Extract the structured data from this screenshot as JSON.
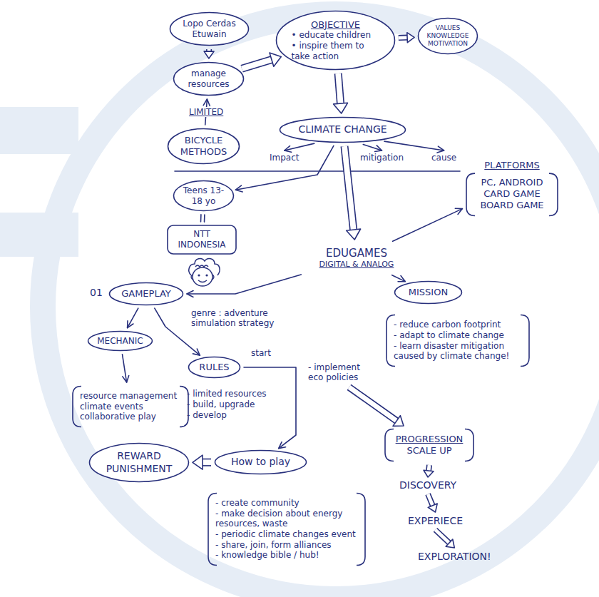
{
  "diagram": {
    "nodes": [
      {
        "text": [
          "Lopo Cerdas Etuwain"
        ]
      },
      {
        "text": [
          "manage resources"
        ]
      },
      {
        "text": [
          "OBJECTIVE",
          "• educate children",
          "• inspire them to take action"
        ]
      },
      {
        "text": [
          "VALUES KNOWLEDGE MOTIVATION"
        ]
      },
      {
        "text": [
          "BICYCLE METHODS"
        ]
      },
      {
        "text": [
          "CLIMATE CHANGE"
        ]
      },
      {
        "text": [
          "PLATFORMS",
          "PC, ANDROID CARD GAME BOARD GAME"
        ]
      },
      {
        "text": [
          "Teens 13-18 yo"
        ]
      },
      {
        "text": [
          "NTT INDONESIA"
        ]
      },
      {
        "text": [
          "EDUGAMES",
          "DIGITAL & ANALOG"
        ]
      },
      {
        "text": [
          "GAMEPLAY"
        ]
      },
      {
        "text": [
          "MISSION"
        ]
      },
      {
        "text": [
          "MECHANIC"
        ]
      },
      {
        "text": [
          "resource management",
          "climate events",
          "collaborative play"
        ]
      },
      {
        "text": [
          "RULES"
        ]
      },
      {
        "text": [
          "- reduce carbon footprint",
          "- adapt to climate change",
          "- learn disaster mitigation caused by climate change!"
        ]
      },
      {
        "text": [
          "REWARD PUNISHMENT"
        ]
      },
      {
        "text": [
          "How to play"
        ]
      },
      {
        "text": [
          "- create community",
          "- make decision about energy resources, waste",
          "- periodic climate changes event",
          "- share, join, form alliances",
          "- knowledge bible / hub!"
        ]
      },
      {
        "text": [
          "PROGRESSION",
          "SCALE UP"
        ]
      }
    ],
    "edges": [
      {
        "from": 0,
        "to": 1,
        "arrow": "to"
      },
      {
        "from": 1,
        "to": 2,
        "arrow": "to"
      },
      {
        "from": 2,
        "to": 3,
        "arrow": "to"
      },
      {
        "from": 4,
        "to": 1,
        "label": "LIMITED",
        "arrow": "to"
      },
      {
        "from": 2,
        "to": 5,
        "arrow": "to"
      },
      {
        "from": 5,
        "to": 7,
        "arrow": "to"
      },
      {
        "from": 5,
        "to": 9,
        "arrow": "to"
      },
      {
        "from": 7,
        "to": 8,
        "arrow": "none"
      },
      {
        "from": 9,
        "to": 6,
        "arrow": "to"
      },
      {
        "from": 9,
        "to": 10,
        "arrow": "to"
      },
      {
        "from": 9,
        "to": 11,
        "arrow": "to"
      },
      {
        "from": 10,
        "to": 12,
        "arrow": "to"
      },
      {
        "from": 10,
        "to": 14,
        "arrow": "to"
      },
      {
        "from": 12,
        "to": 13,
        "arrow": "to"
      },
      {
        "from": 14,
        "to": 17,
        "arrow": "to"
      },
      {
        "from": 17,
        "to": 16,
        "arrow": "to"
      }
    ],
    "labels": [
      "Impact",
      "mitigation",
      "cause",
      "01",
      "genre : adventure simulation strategy",
      "start",
      "- limited resources",
      "- build, upgrade",
      "- develop",
      "- implement eco policies",
      "DISCOVERY",
      "EXPERIECE",
      "EXPLORATION!"
    ]
  }
}
